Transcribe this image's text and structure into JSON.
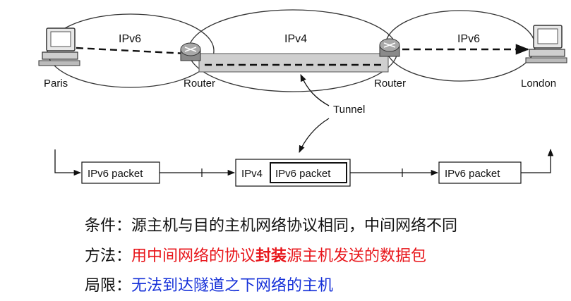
{
  "diagram": {
    "networks": {
      "left": "IPv6",
      "middle": "IPv4",
      "right": "IPv6"
    },
    "nodes": {
      "paris": "Paris",
      "router_left": "Router",
      "router_right": "Router",
      "london": "London"
    },
    "tunnel_label": "Tunnel",
    "packets": {
      "first": "IPv6 packet",
      "outer_header": "IPv4",
      "inner": "IPv6 packet",
      "last": "IPv6 packet"
    }
  },
  "notes": {
    "condition": {
      "key": "条件：",
      "text": "源主机与目的主机网络协议相同，中间网络不同"
    },
    "method": {
      "key": "方法：",
      "before": "用中间网络的协议",
      "emphasis": "封装",
      "after": "源主机发送的数据包"
    },
    "limitation": {
      "key": "局限：",
      "text": "无法到达隧道之下网络的主机"
    }
  },
  "colors": {
    "method": "#e8161b",
    "limitation": "#1530d8",
    "router": "#888888"
  }
}
